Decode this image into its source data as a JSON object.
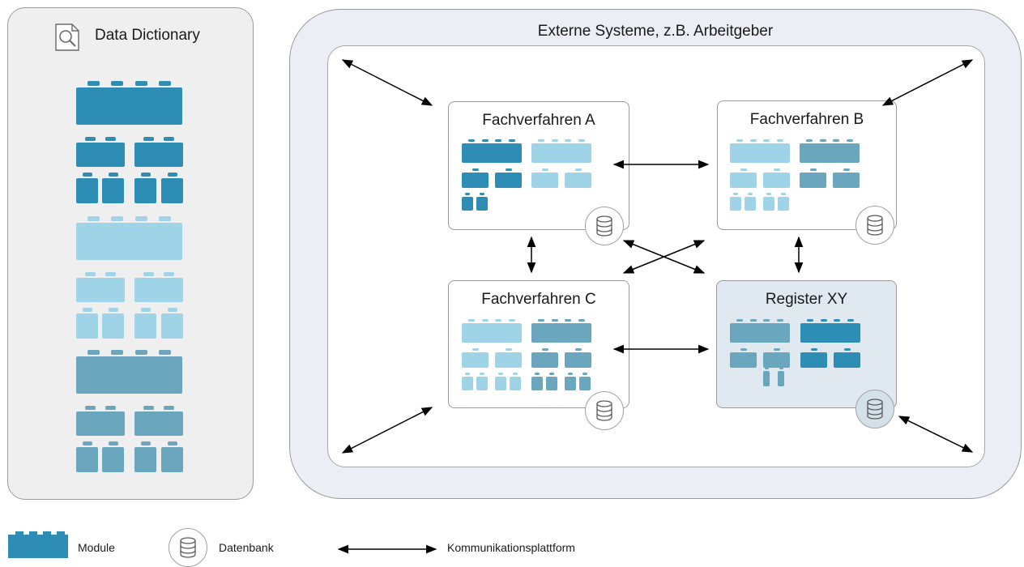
{
  "data_dictionary": {
    "title": "Data Dictionary",
    "icon": "document-search-icon"
  },
  "external_systems": {
    "title": "Externe Systeme, z.B. Arbeitgeber"
  },
  "systems": [
    {
      "title": "Fachverfahren A"
    },
    {
      "title": "Fachverfahren B"
    },
    {
      "title": "Fachverfahren C"
    },
    {
      "title": "Register XY"
    }
  ],
  "legend": {
    "module": "Module",
    "database": "Datenbank",
    "communication": "Kommunikationsplattform"
  },
  "colors": {
    "module_dark": "#2e8db5",
    "module_light": "#9fd4e8",
    "module_medium": "#6aa6be",
    "register_background": "#dfe9ef"
  }
}
